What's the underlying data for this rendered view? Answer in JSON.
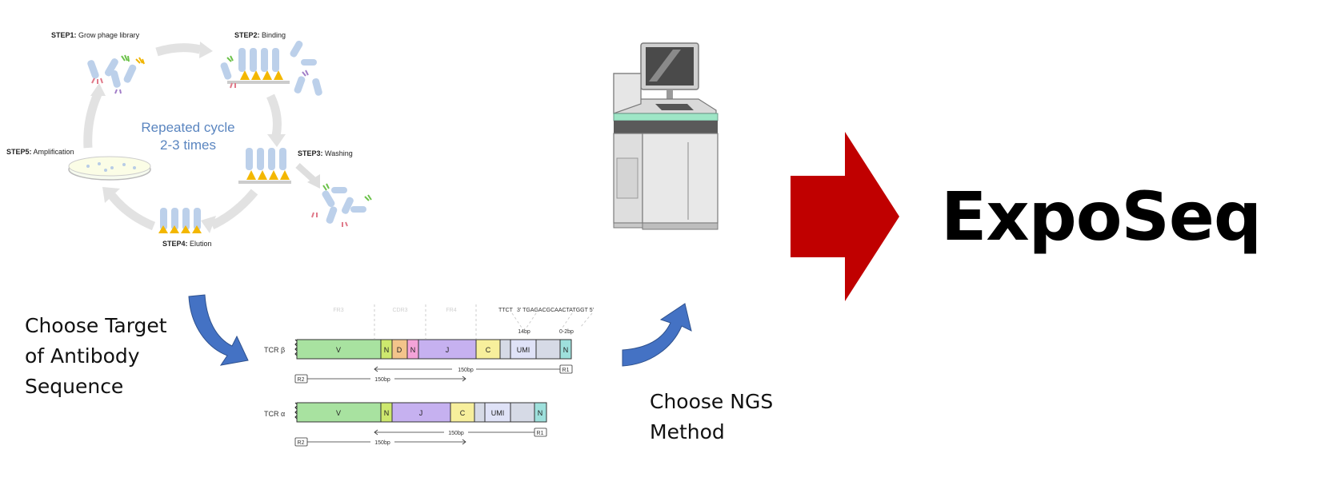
{
  "phage_cycle": {
    "step1_prefix": "STEP1:",
    "step1_label": "Grow phage library",
    "step2_prefix": "STEP2:",
    "step2_label": "Binding",
    "step3_prefix": "STEP3:",
    "step3_label": "Washing",
    "step4_prefix": "STEP4:",
    "step4_label": "Elution",
    "step5_prefix": "STEP5:",
    "step5_label": "Amplification",
    "center_line1": "Repeated cycle",
    "center_line2": "2-3 times"
  },
  "target_caption": {
    "line1": "Choose Target",
    "line2": "of Antibody",
    "line3": "Sequence"
  },
  "ngs_caption": {
    "line1": "Choose NGS",
    "line2": "Method"
  },
  "brand": "ExpoSeq",
  "tcr_diagram": {
    "header_fr3": "FR3",
    "header_cdr3": "CDR3",
    "header_fr4": "FR4",
    "header_ttct": "TTCT",
    "header_seq": "3' TGAGACGCAACTATGGT 5'",
    "header_14bp": "14bp",
    "header_02bp": "0-2bp",
    "beta": {
      "label": "TCR β",
      "segments": [
        "V",
        "N",
        "D",
        "N",
        "J",
        "C",
        "UMI",
        "N"
      ],
      "read1_len": "150bp",
      "read1_tag": "R1",
      "read2_len": "150bp",
      "read2_tag": "R2"
    },
    "alpha": {
      "label": "TCR α",
      "segments": [
        "V",
        "N",
        "J",
        "C",
        "UMI",
        "N"
      ],
      "read1_len": "150bp",
      "read1_tag": "R1",
      "read2_len": "150bp",
      "read2_tag": "R2"
    }
  },
  "colors": {
    "red_arrow": "#c00000",
    "blue_arrow": "#4472c4",
    "cycle_text": "#5b86c0",
    "v_segment": "#a8e2a0",
    "n_segment": "#cde86e",
    "d_segment": "#f3c48b",
    "n2_segment": "#f4a3d8",
    "j_segment": "#c6b1f0",
    "c_segment": "#f7ef9c",
    "umi_segment": "#dfe2f7",
    "end_n_segment": "#9ee0dc"
  }
}
